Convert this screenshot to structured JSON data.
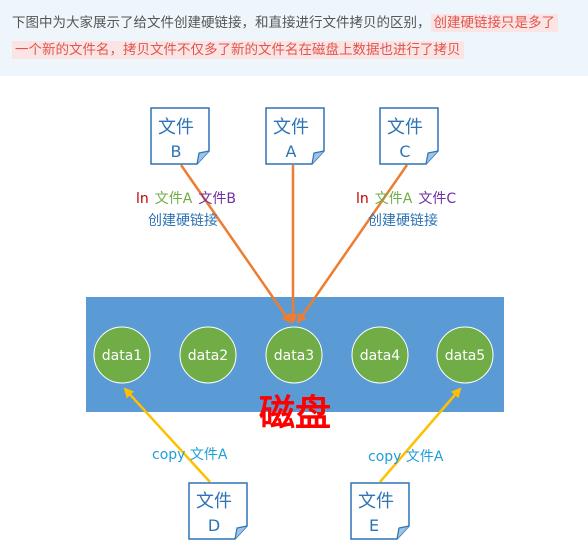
{
  "note": {
    "text_plain": "下图中为大家展示了给文件创建硬链接，和直接进行文件拷贝的区别，",
    "text_highlight_1": "创建硬链接只是多了",
    "text_highlight_2": "一个新的文件名，拷贝文件不仅多了新的文件名在磁盘上数据也进行了拷贝"
  },
  "files": [
    {
      "name": "文件",
      "letter": "B"
    },
    {
      "name": "文件",
      "letter": "A"
    },
    {
      "name": "文件",
      "letter": "C"
    },
    {
      "name": "文件",
      "letter": "D"
    },
    {
      "name": "文件",
      "letter": "E"
    }
  ],
  "links": [
    {
      "cmd": "ln",
      "src": "文件A",
      "dst": "文件B",
      "caption": "创建硬链接"
    },
    {
      "cmd": "ln",
      "src": "文件A",
      "dst": "文件C",
      "caption": "创建硬链接"
    }
  ],
  "copies": [
    {
      "label": "copy 文件A"
    },
    {
      "label": "copy 文件A"
    }
  ],
  "disk": {
    "label": "磁盘",
    "blocks": [
      "data1",
      "data2",
      "data3",
      "data4",
      "data5"
    ]
  },
  "colors": {
    "disk": "#5b9bd5",
    "block": "#70ad47",
    "link_arrow": "#ed7d31",
    "copy_arrow": "#ffc000",
    "cmd_ln": "#c00000",
    "cmd_src": "#70ad47",
    "cmd_dst": "#7030a0",
    "caption": "#2e74b5"
  }
}
